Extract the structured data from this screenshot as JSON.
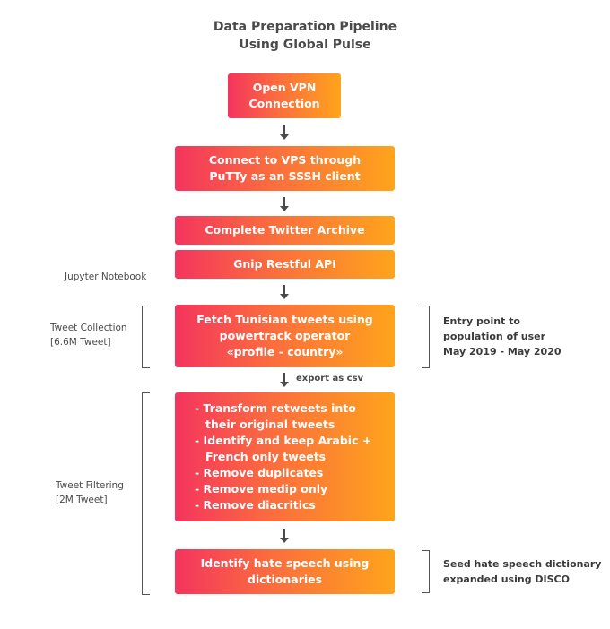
{
  "title": {
    "line1": "Data Preparation Pipeline",
    "line2": "Using Global Pulse"
  },
  "steps": {
    "open_vpn": [
      "Open VPN",
      "Connection"
    ],
    "connect_vps": [
      "Connect to VPS through",
      "PuTTy as an SSSH client"
    ],
    "twitter_archive": "Complete Twitter Archive",
    "gnip": "Gnip Restful API",
    "fetch": [
      "Fetch Tunisian tweets using",
      "powertrack operator",
      "«profile - country»"
    ],
    "filtering": [
      "- Transform retweets into their original tweets",
      "- Identify and keep Arabic + French only tweets",
      "- Remove duplicates",
      "- Remove medip only",
      "- Remove diacritics"
    ],
    "hate_speech": [
      "Identify hate speech using",
      "dictionaries"
    ]
  },
  "side_labels": {
    "jupyter": "Jupyter Notebook",
    "tweet_collection": [
      "Tweet Collection",
      "[6.6M Tweet]"
    ],
    "tweet_filtering": [
      "Tweet Filtering",
      "[2M Tweet]"
    ],
    "entry_point": [
      "Entry point to",
      "population of user",
      "May 2019 - May 2020"
    ],
    "seed_dictionary": [
      "Seed hate speech dictionary",
      "expanded using DISCO"
    ],
    "export_csv": "export as csv"
  }
}
